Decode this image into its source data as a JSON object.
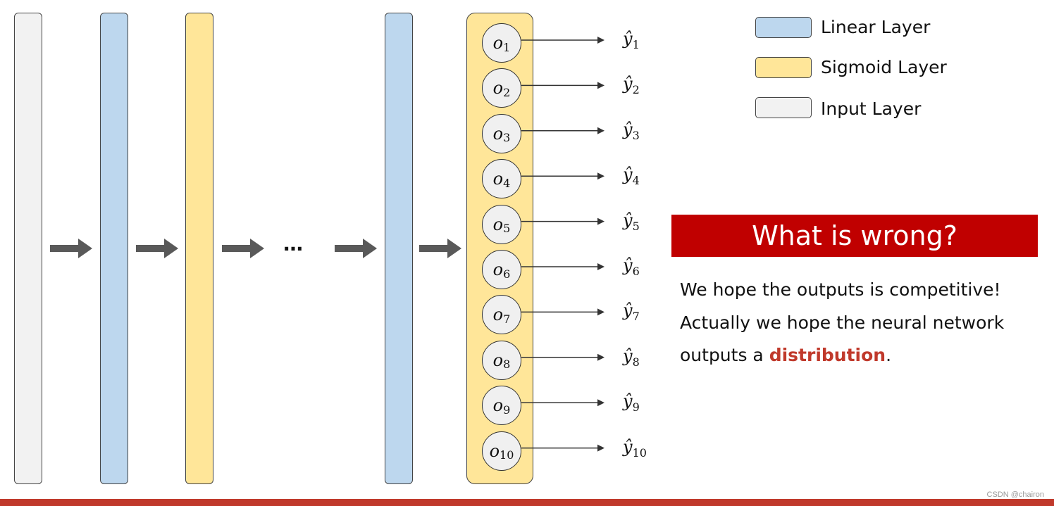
{
  "colors": {
    "input_layer": "#f2f2f2",
    "linear_layer": "#bdd7ee",
    "sigmoid_layer": "#ffe699",
    "arrow": "#595959",
    "banner_bg": "#c00000",
    "accent_text": "#c0392b",
    "footer_bar": "#c0392b"
  },
  "network": {
    "layers": [
      {
        "type": "input"
      },
      {
        "type": "linear"
      },
      {
        "type": "sigmoid"
      },
      {
        "type": "linear"
      },
      {
        "type": "sigmoid"
      }
    ],
    "ellipsis": "…",
    "outputs": [
      {
        "node": "o",
        "node_sub": "1",
        "pred": "ŷ",
        "pred_sub": "1"
      },
      {
        "node": "o",
        "node_sub": "2",
        "pred": "ŷ",
        "pred_sub": "2"
      },
      {
        "node": "o",
        "node_sub": "3",
        "pred": "ŷ",
        "pred_sub": "3"
      },
      {
        "node": "o",
        "node_sub": "4",
        "pred": "ŷ",
        "pred_sub": "4"
      },
      {
        "node": "o",
        "node_sub": "5",
        "pred": "ŷ",
        "pred_sub": "5"
      },
      {
        "node": "o",
        "node_sub": "6",
        "pred": "ŷ",
        "pred_sub": "6"
      },
      {
        "node": "o",
        "node_sub": "7",
        "pred": "ŷ",
        "pred_sub": "7"
      },
      {
        "node": "o",
        "node_sub": "8",
        "pred": "ŷ",
        "pred_sub": "8"
      },
      {
        "node": "o",
        "node_sub": "9",
        "pred": "ŷ",
        "pred_sub": "9"
      },
      {
        "node": "o",
        "node_sub": "10",
        "pred": "ŷ",
        "pred_sub": "10"
      }
    ]
  },
  "legend": [
    {
      "label": "Linear Layer",
      "kind": "linear"
    },
    {
      "label": "Sigmoid Layer",
      "kind": "sigmoid"
    },
    {
      "label": "Input Layer",
      "kind": "input"
    }
  ],
  "banner": {
    "title": "What is wrong?"
  },
  "body_text": {
    "line1": "We hope the outputs is competitive!",
    "line2": "Actually we hope the neural network",
    "line3_prefix": "outputs a ",
    "line3_highlight": "distribution",
    "line3_suffix": "."
  },
  "watermark": "CSDN @chairon"
}
